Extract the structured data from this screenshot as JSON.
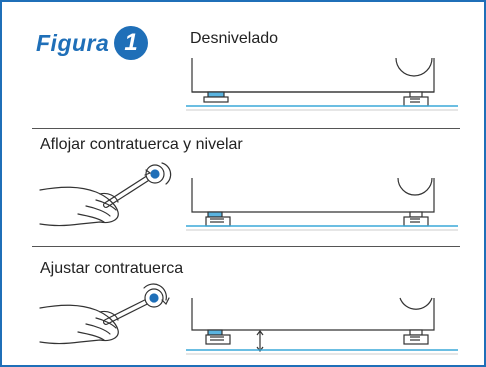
{
  "figure": {
    "title": "Figura",
    "number": "1"
  },
  "steps": [
    {
      "label": "Desnivelado"
    },
    {
      "label": "Aflojar contratuerca y nivelar"
    },
    {
      "label": "Ajustar contratuerca"
    }
  ],
  "colors": {
    "accent": "#1f6fb8",
    "foot_highlight": "#5ab4e0",
    "floor": "#3aa8d8",
    "line": "#333333"
  }
}
